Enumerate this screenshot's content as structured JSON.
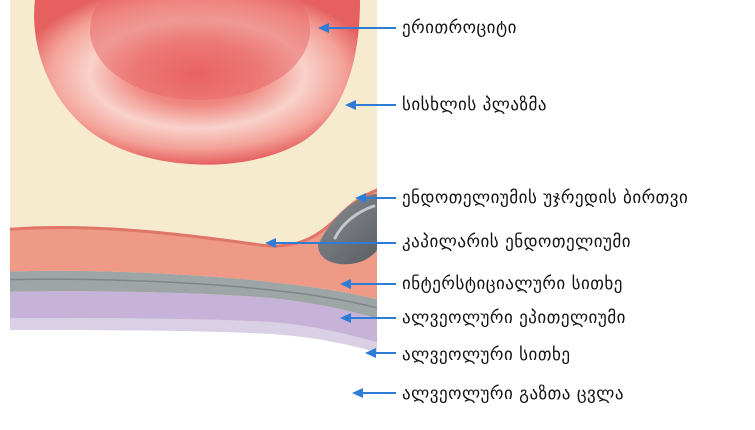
{
  "labels": [
    {
      "id": "erythrocyte",
      "text": "ერითროციტი"
    },
    {
      "id": "blood-plasma",
      "text": "სისხლის პლაზმა"
    },
    {
      "id": "endothelial-nucleus",
      "text": "ენდოთელიუმის უჯრედის ბირთვი"
    },
    {
      "id": "capillary-endothelium",
      "text": "კაპილარის ენდოთელიუმი"
    },
    {
      "id": "interstitial-fluid",
      "text": "ინტერსტიციალური სითხე"
    },
    {
      "id": "alveolar-epithelium",
      "text": "ალვეოლური ეპითელიუმი"
    },
    {
      "id": "alveolar-fluid",
      "text": "ალვეოლური სითხე"
    },
    {
      "id": "alveolar-air-space",
      "text": "ალვეოლური გაზთა ცვლა"
    }
  ],
  "colors": {
    "arrow": "#2f7bd8",
    "plasma": "#f6ebcf",
    "erythrocyte_edge": "#e8706f",
    "erythrocyte_center": "#f7c9c2",
    "endothelium": "#ee9a86",
    "nucleus": "#6f7478",
    "interstitium": "#9aa3a6",
    "epithelium": "#c9b6d9",
    "alveolar_fluid": "#d6cce3",
    "air": "#ffffff"
  }
}
